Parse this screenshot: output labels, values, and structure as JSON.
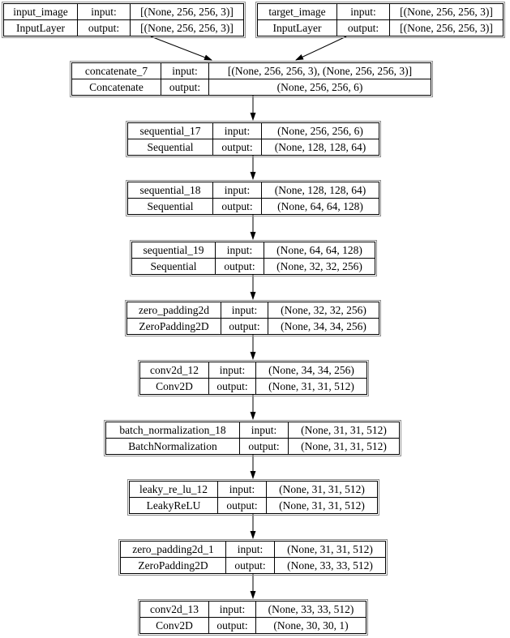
{
  "labels": {
    "input": "input:",
    "output": "output:"
  },
  "nodes": [
    {
      "name": "input_image",
      "type": "InputLayer",
      "input_shape": "[(None, 256, 256, 3)]",
      "output_shape": "[(None, 256, 256, 3)]"
    },
    {
      "name": "target_image",
      "type": "InputLayer",
      "input_shape": "[(None, 256, 256, 3)]",
      "output_shape": "[(None, 256, 256, 3)]"
    },
    {
      "name": "concatenate_7",
      "type": "Concatenate",
      "input_shape": "[(None, 256, 256, 3), (None, 256, 256, 3)]",
      "output_shape": "(None, 256, 256, 6)"
    },
    {
      "name": "sequential_17",
      "type": "Sequential",
      "input_shape": "(None, 256, 256, 6)",
      "output_shape": "(None, 128, 128, 64)"
    },
    {
      "name": "sequential_18",
      "type": "Sequential",
      "input_shape": "(None, 128, 128, 64)",
      "output_shape": "(None, 64, 64, 128)"
    },
    {
      "name": "sequential_19",
      "type": "Sequential",
      "input_shape": "(None, 64, 64, 128)",
      "output_shape": "(None, 32, 32, 256)"
    },
    {
      "name": "zero_padding2d",
      "type": "ZeroPadding2D",
      "input_shape": "(None, 32, 32, 256)",
      "output_shape": "(None, 34, 34, 256)"
    },
    {
      "name": "conv2d_12",
      "type": "Conv2D",
      "input_shape": "(None, 34, 34, 256)",
      "output_shape": "(None, 31, 31, 512)"
    },
    {
      "name": "batch_normalization_18",
      "type": "BatchNormalization",
      "input_shape": "(None, 31, 31, 512)",
      "output_shape": "(None, 31, 31, 512)"
    },
    {
      "name": "leaky_re_lu_12",
      "type": "LeakyReLU",
      "input_shape": "(None, 31, 31, 512)",
      "output_shape": "(None, 31, 31, 512)"
    },
    {
      "name": "zero_padding2d_1",
      "type": "ZeroPadding2D",
      "input_shape": "(None, 31, 31, 512)",
      "output_shape": "(None, 33, 33, 512)"
    },
    {
      "name": "conv2d_13",
      "type": "Conv2D",
      "input_shape": "(None, 33, 33, 512)",
      "output_shape": "(None, 30, 30, 1)"
    }
  ],
  "edges": [
    {
      "from": "input_image",
      "to": "concatenate_7"
    },
    {
      "from": "target_image",
      "to": "concatenate_7"
    },
    {
      "from": "concatenate_7",
      "to": "sequential_17"
    },
    {
      "from": "sequential_17",
      "to": "sequential_18"
    },
    {
      "from": "sequential_18",
      "to": "sequential_19"
    },
    {
      "from": "sequential_19",
      "to": "zero_padding2d"
    },
    {
      "from": "zero_padding2d",
      "to": "conv2d_12"
    },
    {
      "from": "conv2d_12",
      "to": "batch_normalization_18"
    },
    {
      "from": "batch_normalization_18",
      "to": "leaky_re_lu_12"
    },
    {
      "from": "leaky_re_lu_12",
      "to": "zero_padding2d_1"
    },
    {
      "from": "zero_padding2d_1",
      "to": "conv2d_13"
    }
  ],
  "colors": {
    "node_border": "#000000",
    "node_outline": "#8f8f8f",
    "edge": "#000000",
    "background": "#ffffff"
  }
}
